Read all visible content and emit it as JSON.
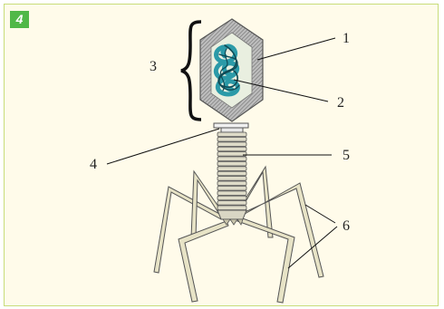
{
  "figure_number": "4",
  "labels": {
    "l1": "1",
    "l2": "2",
    "l3": "3",
    "l4": "4",
    "l5": "5",
    "l6": "6"
  },
  "colors": {
    "panel_bg": "#fffbea",
    "panel_border": "#c8dc7a",
    "badge": "#50b848",
    "capsid_hatch": "#7a7a7a",
    "capsid_inner": "#e9efe0",
    "dna": "#2b9aa8",
    "dna_dark": "#0f4a55",
    "tail": "#d9d6c4",
    "leg_fill": "#e7e3c6"
  }
}
